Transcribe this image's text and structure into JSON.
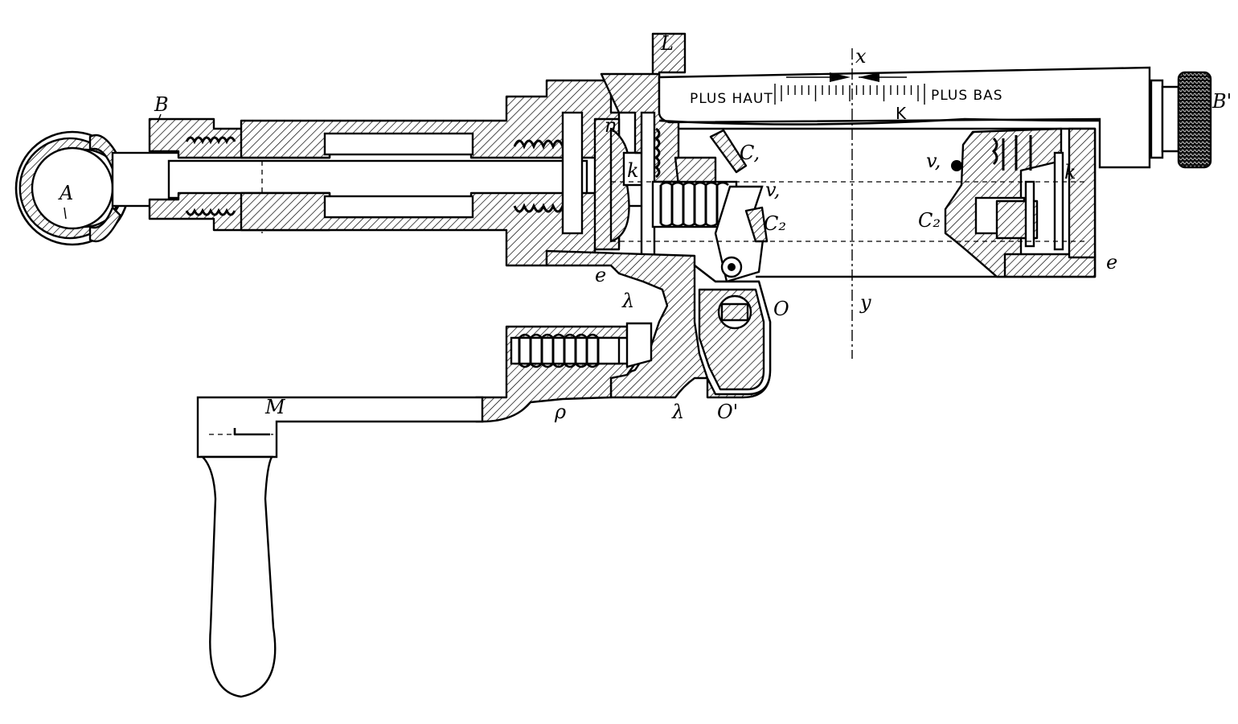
{
  "figure": {
    "scale": {
      "left_text": "PLUS HAUT",
      "right_text": "PLUS BAS",
      "tick_count": 21
    },
    "labels": {
      "A": "A",
      "B": "B",
      "B_prime": "B'",
      "L": "L",
      "x": "x",
      "y": "y",
      "K": "K",
      "C1": "C,",
      "v1_left": "v,",
      "C2_left": "C₂",
      "v1_right": "v,",
      "C2_right": "C₂",
      "k_left": "k",
      "k_right": "k",
      "n": "n",
      "e_left": "e",
      "e_right": "e",
      "lambda_upper": "λ",
      "lambda_lower": "λ",
      "O": "O",
      "O_prime": "O'",
      "M": "M",
      "rho": "ρ"
    }
  }
}
